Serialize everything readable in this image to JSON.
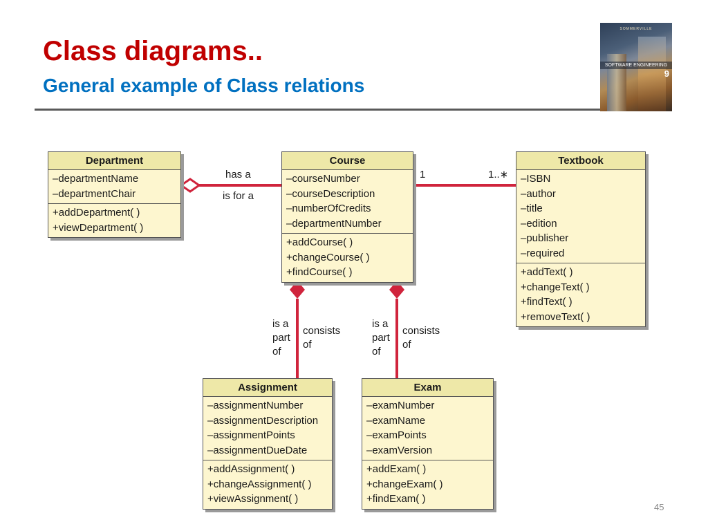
{
  "slide": {
    "title": "Class diagrams..",
    "subtitle": "General example of Class relations",
    "page_number": "45"
  },
  "book_cover": {
    "author": "SOMMERVILLE",
    "title": "SOFTWARE ENGINEERING",
    "edition": "9"
  },
  "classes": {
    "department": {
      "name": "Department",
      "attributes": [
        "–departmentName",
        "–departmentChair"
      ],
      "operations": [
        "+addDepartment( )",
        "+viewDepartment( )"
      ]
    },
    "course": {
      "name": "Course",
      "attributes": [
        "–courseNumber",
        "–courseDescription",
        "–numberOfCredits",
        "–departmentNumber"
      ],
      "operations": [
        "+addCourse( )",
        "+changeCourse( )",
        "+findCourse( )"
      ]
    },
    "textbook": {
      "name": "Textbook",
      "attributes": [
        "–ISBN",
        "–author",
        "–title",
        "–edition",
        "–publisher",
        "–required"
      ],
      "operations": [
        "+addText( )",
        "+changeText( )",
        "+findText( )",
        "+removeText( )"
      ]
    },
    "assignment": {
      "name": "Assignment",
      "attributes": [
        "–assignmentNumber",
        "–assignmentDescription",
        "–assignmentPoints",
        "–assignmentDueDate"
      ],
      "operations": [
        "+addAssignment( )",
        "+changeAssignment( )",
        "+viewAssignment( )"
      ]
    },
    "exam": {
      "name": "Exam",
      "attributes": [
        "–examNumber",
        "–examName",
        "–examPoints",
        "–examVersion"
      ],
      "operations": [
        "+addExam( )",
        "+changeExam( )",
        "+findExam( )"
      ]
    }
  },
  "relations": {
    "department_course": {
      "upper": "has a",
      "lower": "is for a"
    },
    "course_textbook": {
      "left_multiplicity": "1",
      "right_multiplicity": "1..∗"
    },
    "course_assignment": {
      "left": [
        "is a",
        "part",
        "of"
      ],
      "right": [
        "consists",
        "of"
      ]
    },
    "course_exam": {
      "left": [
        "is a",
        "part",
        "of"
      ],
      "right": [
        "consists",
        "of"
      ]
    }
  },
  "colors": {
    "title": "#c00000",
    "subtitle": "#0070c0",
    "connector": "#d0243c",
    "class_fill": "#fdf6cf",
    "class_header": "#eee8a8"
  }
}
